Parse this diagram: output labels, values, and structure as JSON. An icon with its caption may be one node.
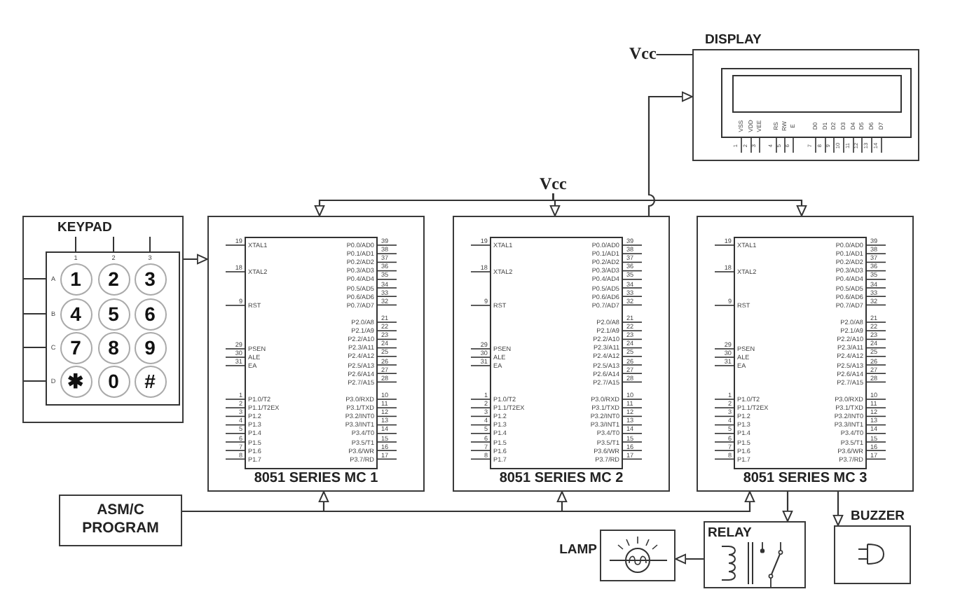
{
  "diagram": {
    "nodes": [
      {
        "text": [
          "DISPLAY"
        ]
      },
      {
        "text": [
          "Vcc"
        ]
      },
      {
        "text": [
          "Vcc"
        ]
      },
      {
        "text": [
          "KEYPAD"
        ]
      },
      {
        "text": [
          "1"
        ],
        "in": 3
      },
      {
        "text": [
          "2"
        ],
        "in": 3
      },
      {
        "text": [
          "3"
        ],
        "in": 3
      },
      {
        "text": [
          "4"
        ],
        "in": 3
      },
      {
        "text": [
          "5"
        ],
        "in": 3
      },
      {
        "text": [
          "6"
        ],
        "in": 3
      },
      {
        "text": [
          "7"
        ],
        "in": 3
      },
      {
        "text": [
          "8"
        ],
        "in": 3
      },
      {
        "text": [
          "9"
        ],
        "in": 3
      },
      {
        "text": [
          "✱"
        ],
        "in": 3
      },
      {
        "text": [
          "0"
        ],
        "in": 3
      },
      {
        "text": [
          "#"
        ],
        "in": 3
      },
      {
        "text": [
          "8051 SERIES MC 1"
        ]
      },
      {
        "text": [
          "8051 SERIES MC 2"
        ]
      },
      {
        "text": [
          "8051 SERIES MC 3"
        ]
      },
      {
        "text": [
          "ASM/C PROGRAM"
        ]
      },
      {
        "text": [
          "LAMP"
        ]
      },
      {
        "text": [
          "RELAY"
        ]
      },
      {
        "text": [
          "BUZZER"
        ]
      }
    ],
    "edges": [
      {
        "from": 1,
        "to": 0,
        "arrow": "none"
      },
      {
        "from": 17,
        "to": 0,
        "arrow": "to"
      },
      {
        "from": 2,
        "to": 16,
        "arrow": "to"
      },
      {
        "from": 2,
        "to": 17,
        "arrow": "to"
      },
      {
        "from": 2,
        "to": 18,
        "arrow": "to"
      },
      {
        "from": 3,
        "to": 16,
        "arrow": "to"
      },
      {
        "from": 19,
        "to": 16,
        "arrow": "to"
      },
      {
        "from": 19,
        "to": 17,
        "arrow": "to"
      },
      {
        "from": 19,
        "to": 18,
        "arrow": "to"
      },
      {
        "from": 18,
        "to": 21,
        "arrow": "to"
      },
      {
        "from": 18,
        "to": 22,
        "arrow": "to"
      },
      {
        "from": 21,
        "to": 20,
        "arrow": "to"
      }
    ],
    "labels": [
      "VSS",
      "VDD",
      "VEE",
      "RS",
      "RW",
      "E",
      "D0",
      "D1",
      "D2",
      "D3",
      "D4",
      "D5",
      "D6",
      "D7",
      "1",
      "2",
      "3",
      "4",
      "5",
      "6",
      "7",
      "8",
      "9",
      "10",
      "11",
      "12",
      "13",
      "14",
      "1",
      "2",
      "3",
      "A",
      "B",
      "C",
      "D",
      "19",
      "XTAL1",
      "18",
      "XTAL2",
      "9",
      "RST",
      "29",
      "PSEN",
      "30",
      "ALE",
      "31",
      "EA",
      "1",
      "P1.0/T2",
      "2",
      "P1.1/T2EX",
      "3",
      "P1.2",
      "4",
      "P1.3",
      "5",
      "P1.4",
      "6",
      "P1.5",
      "7",
      "P1.6",
      "8",
      "P1.7",
      "P0.0/AD0",
      "39",
      "P0.1/AD1",
      "38",
      "P0.2/AD2",
      "37",
      "P0.3/AD3",
      "36",
      "P0.4/AD4",
      "35",
      "P0.5/AD5",
      "34",
      "P0.6/AD6",
      "33",
      "P0.7/AD7",
      "32",
      "P2.0/A8",
      "21",
      "P2.1/A9",
      "22",
      "P2.2/A10",
      "23",
      "P2.3/A11",
      "24",
      "P2.4/A12",
      "25",
      "P2.5/A13",
      "26",
      "P2.6/A14",
      "27",
      "P2.7/A15",
      "28",
      "P3.0/RXD",
      "10",
      "P3.1/TXD",
      "11",
      "P3.2/INT0",
      "12",
      "P3.3/INT1",
      "13",
      "P3.4/T0",
      "14",
      "P3.5/T1",
      "15",
      "P3.6/WR",
      "16",
      "P3.7/RD",
      "17",
      "19",
      "XTAL1",
      "18",
      "XTAL2",
      "9",
      "RST",
      "29",
      "PSEN",
      "30",
      "ALE",
      "31",
      "EA",
      "1",
      "P1.0/T2",
      "2",
      "P1.1/T2EX",
      "3",
      "P1.2",
      "4",
      "P1.3",
      "5",
      "P1.4",
      "6",
      "P1.5",
      "7",
      "P1.6",
      "8",
      "P1.7",
      "P0.0/AD0",
      "39",
      "P0.1/AD1",
      "38",
      "P0.2/AD2",
      "37",
      "P0.3/AD3",
      "36",
      "P0.4/AD4",
      "35",
      "P0.5/AD5",
      "34",
      "P0.6/AD6",
      "33",
      "P0.7/AD7",
      "32",
      "P2.0/A8",
      "21",
      "P2.1/A9",
      "22",
      "P2.2/A10",
      "23",
      "P2.3/A11",
      "24",
      "P2.4/A12",
      "25",
      "P2.5/A13",
      "26",
      "P2.6/A14",
      "27",
      "P2.7/A15",
      "28",
      "P3.0/RXD",
      "10",
      "P3.1/TXD",
      "11",
      "P3.2/INT0",
      "12",
      "P3.3/INT1",
      "13",
      "P3.4/T0",
      "14",
      "P3.5/T1",
      "15",
      "P3.6/WR",
      "16",
      "P3.7/RD",
      "17",
      "19",
      "XTAL1",
      "18",
      "XTAL2",
      "9",
      "RST",
      "29",
      "PSEN",
      "30",
      "ALE",
      "31",
      "EA",
      "1",
      "P1.0/T2",
      "2",
      "P1.1/T2EX",
      "3",
      "P1.2",
      "4",
      "P1.3",
      "5",
      "P1.4",
      "6",
      "P1.5",
      "7",
      "P1.6",
      "8",
      "P1.7",
      "P0.0/AD0",
      "39",
      "P0.1/AD1",
      "38",
      "P0.2/AD2",
      "37",
      "P0.3/AD3",
      "36",
      "P0.4/AD4",
      "35",
      "P0.5/AD5",
      "34",
      "P0.6/AD6",
      "33",
      "P0.7/AD7",
      "32",
      "P2.0/A8",
      "21",
      "P2.1/A9",
      "22",
      "P2.2/A10",
      "23",
      "P2.3/A11",
      "24",
      "P2.4/A12",
      "25",
      "P2.5/A13",
      "26",
      "P2.6/A14",
      "27",
      "P2.7/A15",
      "28",
      "P3.0/RXD",
      "10",
      "P3.1/TXD",
      "11",
      "P3.2/INT0",
      "12",
      "P3.3/INT1",
      "13",
      "P3.4/T0",
      "14",
      "P3.5/T1",
      "15",
      "P3.6/WR",
      "16",
      "P3.7/RD",
      "17"
    ]
  }
}
